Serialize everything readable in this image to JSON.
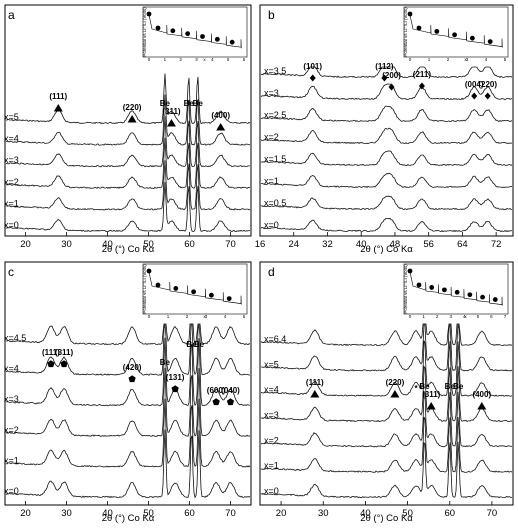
{
  "figure": {
    "panels": [
      {
        "id": "a",
        "label": "a",
        "x_ticks": [
          "20",
          "30",
          "40",
          "50",
          "60",
          "70"
        ],
        "x_tick_values": [
          20,
          30,
          40,
          50,
          60,
          70
        ],
        "xlim": [
          15,
          75
        ],
        "x_axis_label": "2θ (°) Co Kα",
        "compositions": [
          "x=5",
          "x=4",
          "x=3",
          "x=2",
          "x=1",
          "x=0"
        ],
        "peak_labels": [
          "(111)",
          "(220)",
          "Be",
          "(311)",
          "Be",
          "Be",
          "(400)"
        ],
        "peak_positions": [
          28,
          46,
          54,
          55.6,
          59.8,
          62,
          67.6
        ],
        "marker": "triangle",
        "inset": {
          "ylabel": "Potential vs Li⁺/Li (Volts)",
          "xlabel": "x",
          "x_ticks": [
            "0",
            "1",
            "2",
            "3",
            "4",
            "5",
            "6"
          ]
        }
      },
      {
        "id": "b",
        "label": "b",
        "x_ticks": [
          "16",
          "24",
          "32",
          "40",
          "48",
          "56",
          "64",
          "72"
        ],
        "x_tick_values": [
          16,
          24,
          32,
          40,
          48,
          56,
          64,
          72
        ],
        "xlim": [
          16,
          76
        ],
        "x_axis_label": "2θ (°) Co Kα",
        "compositions": [
          "x=3.5",
          "x=3",
          "x=2.5",
          "x=2",
          "x=1.5",
          "x=1",
          "x=0.5",
          "x=0"
        ],
        "peak_labels": [
          "(101)",
          "(112)",
          "(200)",
          "(211)",
          "(004)",
          "(220)"
        ],
        "peak_positions": [
          28.5,
          45.5,
          47.2,
          54.4,
          66.8,
          70
        ],
        "marker": "diamond",
        "inset": {
          "ylabel": "Potential vs Li⁺/Li (Volts)",
          "xlabel": "x",
          "x_ticks": [
            "0",
            "1",
            "2",
            "3",
            "4",
            "5"
          ]
        }
      },
      {
        "id": "c",
        "label": "c",
        "x_ticks": [
          "20",
          "30",
          "40",
          "50",
          "60",
          "70"
        ],
        "x_tick_values": [
          20,
          30,
          40,
          50,
          60,
          70
        ],
        "xlim": [
          15,
          75
        ],
        "x_axis_label": "2θ (°) Co Kα",
        "compositions": [
          "x=4.5",
          "x=4",
          "x=3",
          "x=2",
          "x=1",
          "x=0"
        ],
        "peak_labels": [
          "(111)",
          "(311)",
          "(420)",
          "Be",
          "(131)",
          "Be",
          "Be",
          "(600)",
          "(040)"
        ],
        "peak_positions": [
          26.2,
          29.4,
          46,
          54,
          56.5,
          60.5,
          62.3,
          66.5,
          70
        ],
        "marker": "pentagon",
        "inset": {
          "ylabel": "Potential vs Li⁺/Li (Volts)",
          "xlabel": "x",
          "x_ticks": [
            "0",
            "1",
            "2",
            "3",
            "4",
            "5"
          ]
        }
      },
      {
        "id": "d",
        "label": "d",
        "x_ticks": [
          "20",
          "30",
          "40",
          "50",
          "60",
          "70"
        ],
        "x_tick_values": [
          20,
          30,
          40,
          50,
          60,
          70
        ],
        "xlim": [
          15,
          75
        ],
        "x_axis_label": "2θ (°) Co Kα",
        "compositions": [
          "x=6.4",
          "x=5",
          "x=4",
          "x=3",
          "x=2",
          "x=1",
          "x=0"
        ],
        "peak_labels": [
          "(111)",
          "(220)",
          "*",
          "Be",
          "(311)",
          "Be",
          "Be",
          "(400)"
        ],
        "peak_positions": [
          28,
          47,
          52,
          54,
          55.6,
          60,
          62,
          67.6
        ],
        "marker": "triangle",
        "inset": {
          "ylabel": "Potential vs Li⁺/Li (Volts)",
          "xlabel": "x",
          "x_ticks": [
            "0",
            "1",
            "2",
            "3",
            "4",
            "5",
            "6",
            "7"
          ]
        }
      }
    ]
  }
}
